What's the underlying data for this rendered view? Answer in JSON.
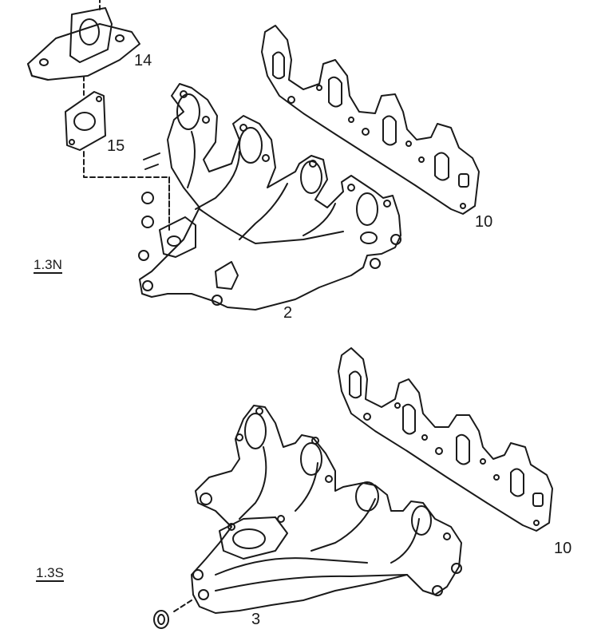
{
  "variants": [
    {
      "id": "n",
      "label": "1.3N"
    },
    {
      "id": "s",
      "label": "1.3S"
    }
  ],
  "callouts": {
    "part_14": "14",
    "part_15": "15",
    "part_10_upper": "10",
    "part_2": "2",
    "part_10_lower": "10",
    "part_3": "3"
  },
  "colors": {
    "ink": "#1a1a1a",
    "paper": "#ffffff"
  }
}
